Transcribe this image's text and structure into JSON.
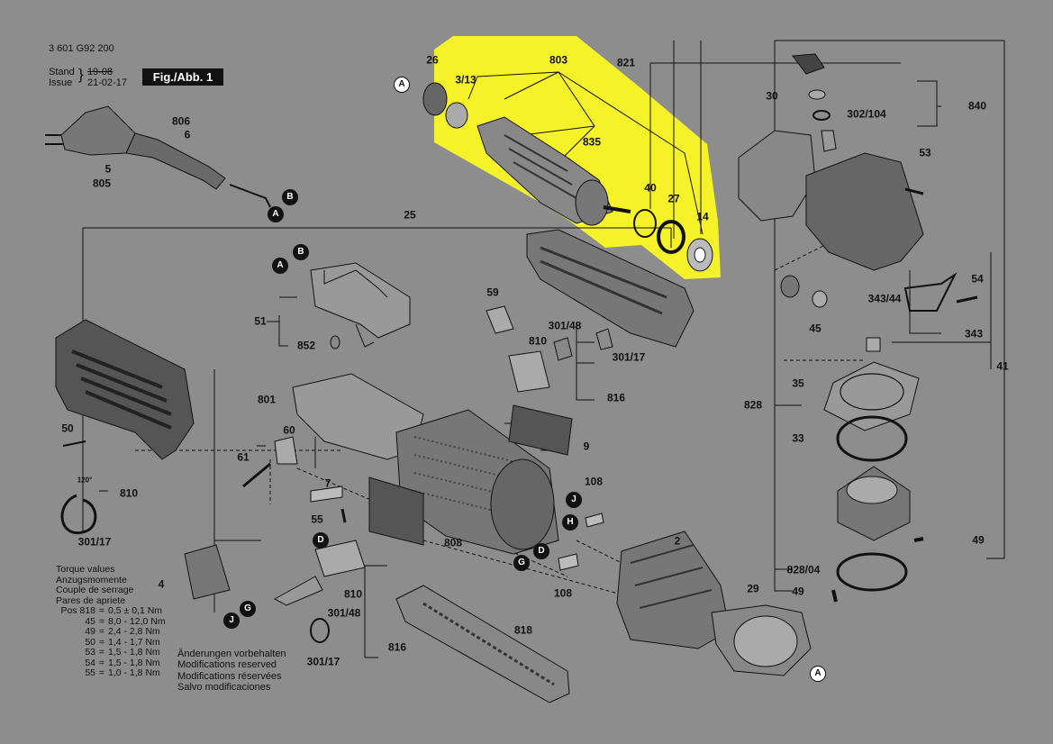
{
  "header": {
    "doc_number": "3 601 G92 200",
    "stand_label": "Stand",
    "issue_label": "Issue",
    "stand_date": "19-08",
    "issue_date": "21-02-17",
    "figure_label": "Fig./Abb. 1"
  },
  "highlight_color": "#f5f22a",
  "parts": {
    "p26": "26",
    "p3_13": "3/13",
    "p803": "803",
    "p821": "821",
    "p30": "30",
    "p302_104": "302/104",
    "p840": "840",
    "p53": "53",
    "p835": "835",
    "p40": "40",
    "p27": "27",
    "p14": "14",
    "p806": "806",
    "p6": "6",
    "p5": "5",
    "p805": "805",
    "p25": "25",
    "p51": "51",
    "p852": "852",
    "p59": "59",
    "p301_48a": "301/48",
    "p810a": "810",
    "p301_17a": "301/17",
    "p816a": "816",
    "p54": "54",
    "p343_44": "343/44",
    "p343": "343",
    "p45": "45",
    "p41": "41",
    "p35": "35",
    "p828": "828",
    "p33": "33",
    "p801": "801",
    "p60": "60",
    "p61": "61",
    "p50": "50",
    "p9": "9",
    "p108a": "108",
    "p7": "7",
    "p55": "55",
    "p808": "808",
    "p2": "2",
    "p49a": "49",
    "p828_04": "828/04",
    "p49b": "49",
    "p29": "29",
    "p108b": "108",
    "p4": "4",
    "p810b": "810",
    "p301_48b": "301/48",
    "p818": "818",
    "p301_17b": "301/17",
    "p816b": "816",
    "p810c": "810",
    "p301_17c": "301/17",
    "angle": "120°"
  },
  "badges": {
    "a_top": "A",
    "b_cord": "B",
    "a_cord": "A",
    "b_switch": "B",
    "a_switch": "A",
    "j_top": "J",
    "h": "H",
    "d_mid": "D",
    "g_mid": "G",
    "d_low": "D",
    "g_low": "G",
    "j_low": "J",
    "a_bottom": "A"
  },
  "torque": {
    "lines": [
      "Torque values",
      "Anzugsmomente",
      "Couple de serrage",
      "Pares de apriete"
    ],
    "rows": [
      {
        "key": "Pos 818",
        "eq": "=",
        "val": "0,5 ± 0,1 Nm"
      },
      {
        "key": "45",
        "eq": "=",
        "val": "8,0 - 12,0 Nm"
      },
      {
        "key": "49",
        "eq": "=",
        "val": "2,4 - 2,8 Nm"
      },
      {
        "key": "50",
        "eq": "=",
        "val": "1,4 - 1,7 Nm"
      },
      {
        "key": "53",
        "eq": "=",
        "val": "1,5 - 1,8 Nm"
      },
      {
        "key": "54",
        "eq": "=",
        "val": "1,5 - 1,8 Nm"
      },
      {
        "key": "55",
        "eq": "=",
        "val": "1,0 - 1,8 Nm"
      }
    ]
  },
  "notice": [
    "Änderungen vorbehalten",
    "Modifications reserved",
    "Modifications réservées",
    "Salvo modificaciones"
  ]
}
